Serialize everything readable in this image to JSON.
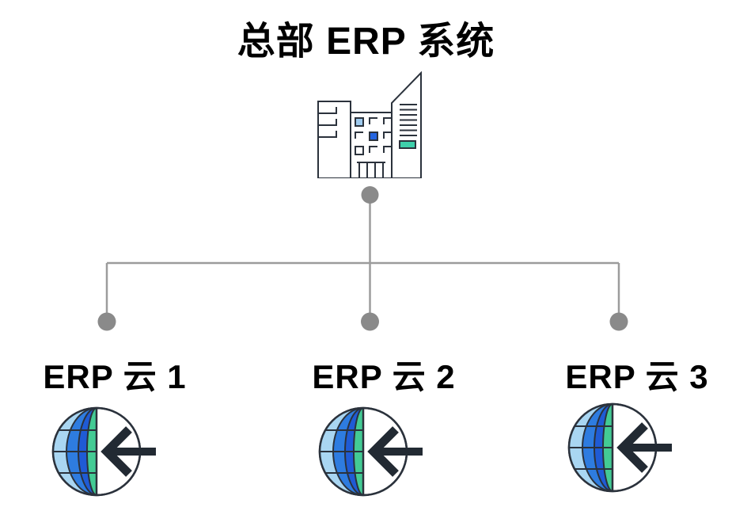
{
  "diagram": {
    "title": "总部 ERP 系统",
    "root": {
      "label": "总部 ERP 系统",
      "icon": "office-building-icon"
    },
    "children": [
      {
        "id": "erp-cloud-1",
        "label": "ERP 云 1",
        "icon": "globe-import-icon"
      },
      {
        "id": "erp-cloud-2",
        "label": "ERP 云 2",
        "icon": "globe-import-icon"
      },
      {
        "id": "erp-cloud-3",
        "label": "ERP 云 3",
        "icon": "globe-import-icon"
      }
    ],
    "edges": [
      {
        "from": "总部 ERP 系统",
        "to": "ERP 云 1"
      },
      {
        "from": "总部 ERP 系统",
        "to": "ERP 云 2"
      },
      {
        "from": "总部 ERP 系统",
        "to": "ERP 云 3"
      }
    ]
  },
  "colors": {
    "background": "#ffffff",
    "text": "#000000",
    "outline": "#2b323c",
    "arrow": "#222a33",
    "connector": "#9c9c9c",
    "dot": "#8a8a8a",
    "globe_light_blue": "#a9d6f2",
    "globe_blue": "#2e7ce0",
    "globe_dark_blue": "#1f5bd5",
    "globe_green": "#43cb94",
    "window_light_blue": "#9ecaee",
    "window_blue": "#2565e0",
    "teal": "#3ed0ab"
  }
}
